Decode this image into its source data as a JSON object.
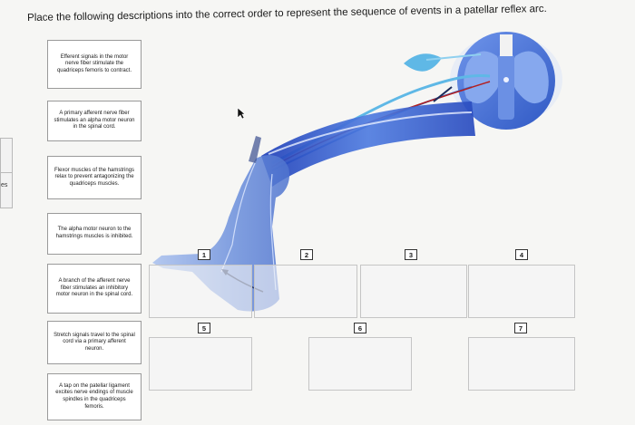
{
  "instruction": "Place the following descriptions into the correct order to represent the sequence of events in a patellar reflex arc.",
  "side_label": "es",
  "cards": [
    "Efferent signals in the motor nerve fiber stimulate the quadriceps femoris to contract.",
    "A primary afferent nerve fiber stimulates an alpha motor neuron in the spinal cord.",
    "Flexor muscles of the hamstrings relax to prevent antagonizing the quadriceps muscles.",
    "The alpha motor neuron to the hamstrings muscles is inhibited.",
    "A branch of the afferent nerve fiber stimulates an inhibitory motor neuron in the spinal cord.",
    "Stretch signals travel to the spinal cord via a primary afferent neuron.",
    "A tap on the patellar ligament excites nerve endings of muscle spindles in the quadriceps femoris."
  ],
  "slots": [
    {
      "number": "1"
    },
    {
      "number": "2"
    },
    {
      "number": "3"
    },
    {
      "number": "4"
    },
    {
      "number": "5"
    },
    {
      "number": "6"
    },
    {
      "number": "7"
    }
  ],
  "colors": {
    "spinal_cord": "#3f6fd6",
    "leg": "#5a7fcf",
    "quadriceps": "#2b4cc4",
    "nerve_light": "#5fb8e6",
    "nerve_red": "#b31f1f"
  }
}
